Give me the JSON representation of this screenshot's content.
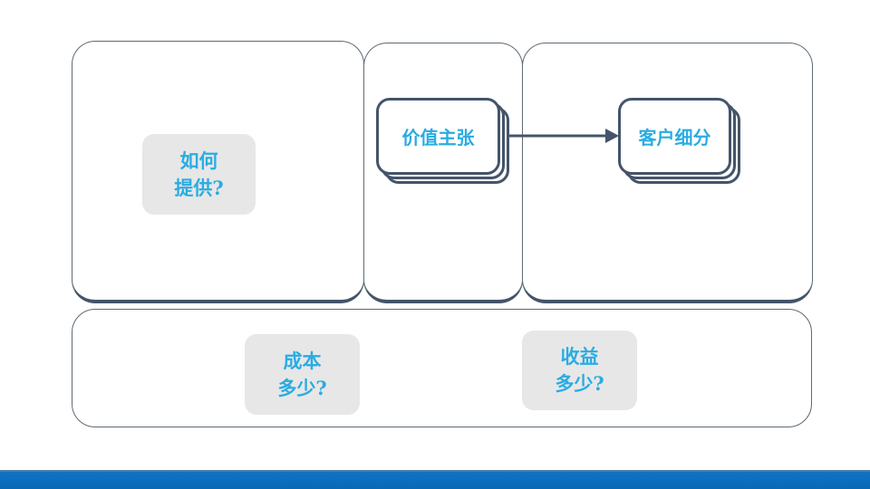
{
  "slide": {
    "labels": {
      "how_provide": "如何\n提供?",
      "value_proposition": "价值主张",
      "customer_segments": "客户细分",
      "cost": "成本\n多少?",
      "revenue": "收益\n多少?"
    },
    "colors": {
      "accent_text": "#2AACE2",
      "shape_border": "#44546A",
      "thin_border": "#5E6A74",
      "label_background": "#E7E7E7",
      "bottom_bar_blue": "#0B6DBC",
      "bottom_bar_edge": "#4E7CA8",
      "background": "#FFFFFF"
    }
  }
}
